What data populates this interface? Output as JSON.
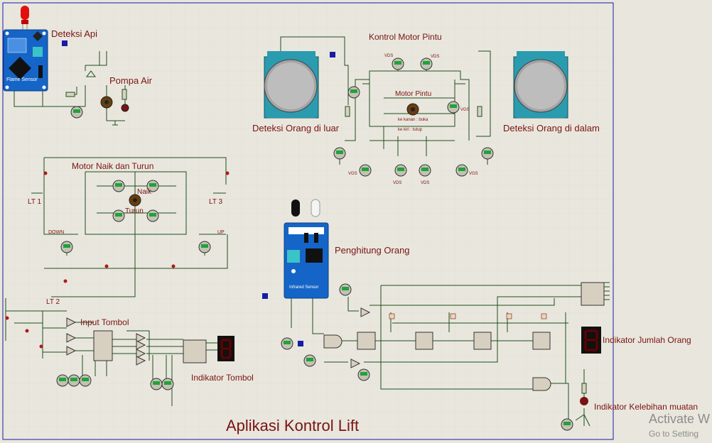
{
  "title": "Aplikasi Kontrol Lift",
  "sections": {
    "deteksi_api": "Deteksi Api",
    "pompa_air": "Pompa Air",
    "flame_sensor_board": "Flame Sensor",
    "kontrol_motor_pintu": "Kontrol Motor Pintu",
    "motor_pintu": "Motor Pintu",
    "deteksi_luar": "Deteksi Orang di luar",
    "deteksi_dalam": "Deteksi Orang di dalam",
    "motor_naik_turun": "Motor Naik dan Turun",
    "naik": "Naik",
    "turun": "Turun",
    "lt1": "LT 1",
    "lt2": "LT 2",
    "lt3": "LT 3",
    "down": "DOWN",
    "up": "UP",
    "penghitung_orang": "Penghitung Orang",
    "infrared_board": "Infrared Sensor",
    "input_tombol": "Input Tombol",
    "indikator_tombol": "Indikator Tombol",
    "indikator_jumlah_orang": "Indikator Jumlah Orang",
    "indikator_kelebihan_muatan": "Indikator Kelebihan muatan"
  },
  "door_notes": {
    "kanan": "ke kanan : buka",
    "kiri": "ke kiri : tutup"
  },
  "probe_labels": {
    "vds": "VDS",
    "vgs": "VGS"
  },
  "watermark": {
    "line1": "Activate W",
    "line2": "Go to Setting"
  },
  "colors": {
    "background": "#e9e7dd",
    "wire": "#1e4d1e",
    "label": "#7a1313",
    "board_blue": "#1565c8",
    "display_red": "#cc0000",
    "border": "#1a1aa6"
  }
}
